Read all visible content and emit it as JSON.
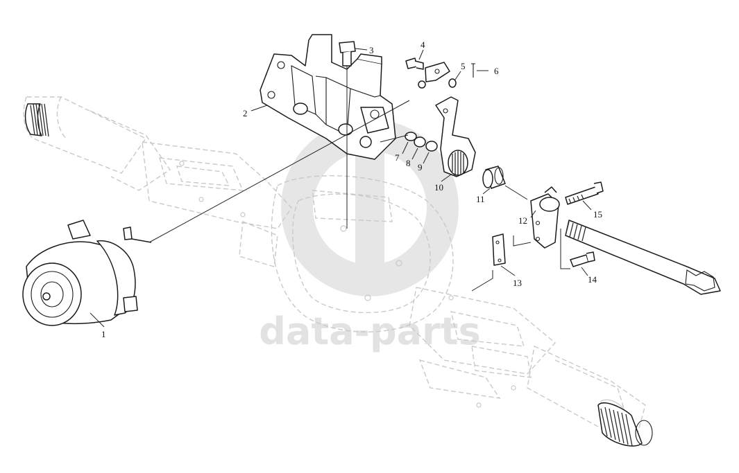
{
  "diagram": {
    "callouts": [
      "1",
      "2",
      "3",
      "4",
      "5",
      "6",
      "7",
      "8",
      "9",
      "10",
      "11",
      "12",
      "13",
      "14",
      "15"
    ]
  },
  "watermark": {
    "text": "data-parts"
  },
  "colors": {
    "line": "#1a1a1a",
    "ghost": "#c9c9c9",
    "watermark": "#e2e2e2"
  }
}
